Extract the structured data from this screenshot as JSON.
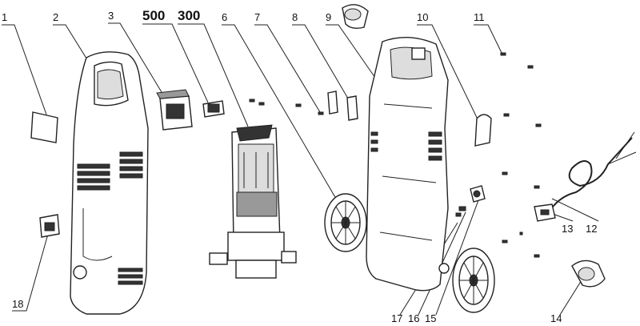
{
  "callouts": {
    "c1": "1",
    "c2": "2",
    "c3": "3",
    "c500": "500",
    "c300": "300",
    "c6": "6",
    "c7": "7",
    "c8": "8",
    "c9": "9",
    "c10": "10",
    "c11": "11",
    "c12": "12",
    "c13": "13",
    "c14": "14",
    "c15": "15",
    "c16": "16",
    "c17": "17",
    "c18": "18"
  }
}
